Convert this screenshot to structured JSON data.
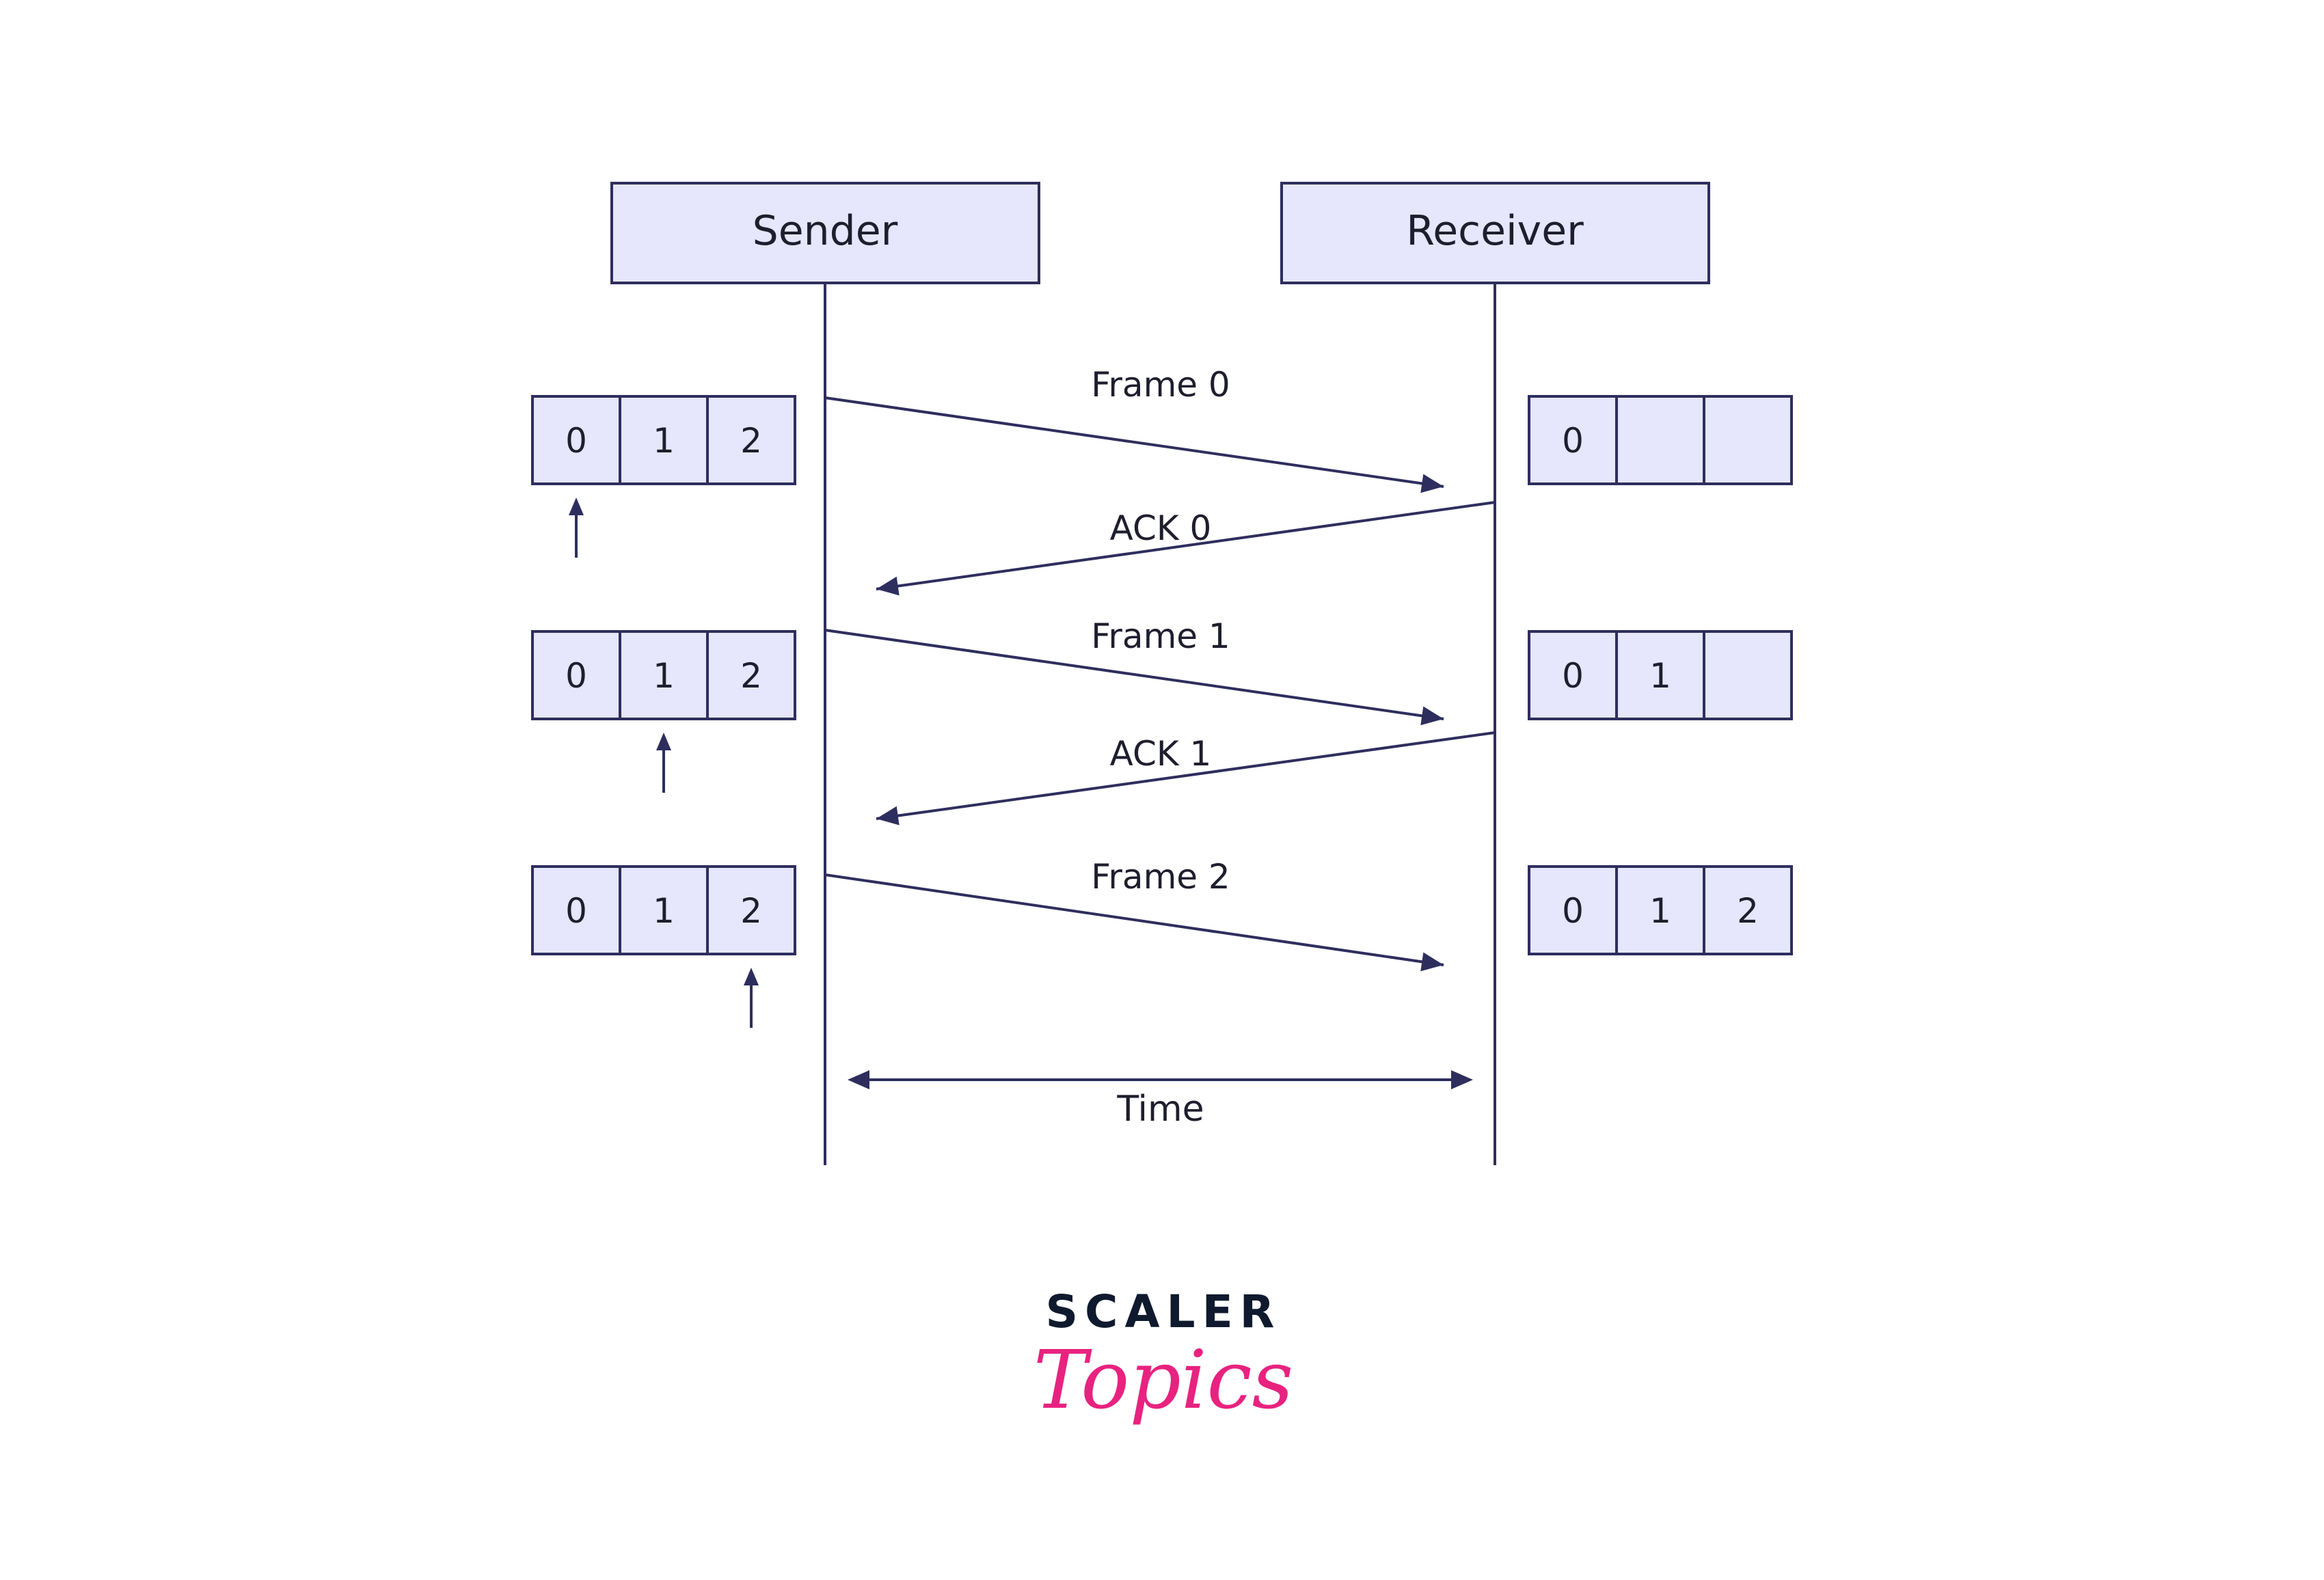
{
  "colors": {
    "stroke": "#2e2e5e",
    "fill": "#e6e6fc",
    "text": "#1e1e2e",
    "brand_dark": "#0f1a2e",
    "brand_pink": "#e8227f"
  },
  "actors": {
    "sender": "Sender",
    "receiver": "Receiver"
  },
  "messages": [
    {
      "label": "Frame 0",
      "direction": "to-receiver"
    },
    {
      "label": "ACK 0",
      "direction": "to-sender"
    },
    {
      "label": "Frame 1",
      "direction": "to-receiver"
    },
    {
      "label": "ACK 1",
      "direction": "to-sender"
    },
    {
      "label": "Frame 2",
      "direction": "to-receiver"
    }
  ],
  "sender_windows": [
    {
      "cells": [
        "0",
        "1",
        "2"
      ],
      "pointer_index": 0
    },
    {
      "cells": [
        "0",
        "1",
        "2"
      ],
      "pointer_index": 1
    },
    {
      "cells": [
        "0",
        "1",
        "2"
      ],
      "pointer_index": 2
    }
  ],
  "receiver_windows": [
    {
      "cells": [
        "0",
        "",
        ""
      ]
    },
    {
      "cells": [
        "0",
        "1",
        ""
      ]
    },
    {
      "cells": [
        "0",
        "1",
        "2"
      ]
    }
  ],
  "time_label": "Time",
  "logo": {
    "line1": "SCALER",
    "line2": "Topics"
  }
}
